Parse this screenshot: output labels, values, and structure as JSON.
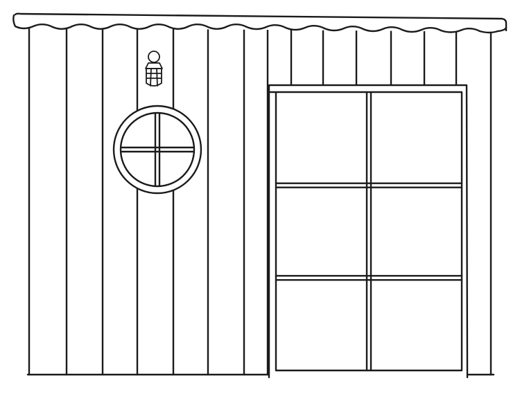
{
  "scene": {
    "subject": "shed",
    "style": "line-drawing",
    "ink_color": "#1a1a1a",
    "paper_color": "#ffffff",
    "icons": [
      "roof-trim",
      "wood-plank",
      "lantern-icon",
      "round-window",
      "paned-window"
    ]
  },
  "window": {
    "columns": 2,
    "rows": 3
  },
  "round_window": {
    "panes": 4
  }
}
